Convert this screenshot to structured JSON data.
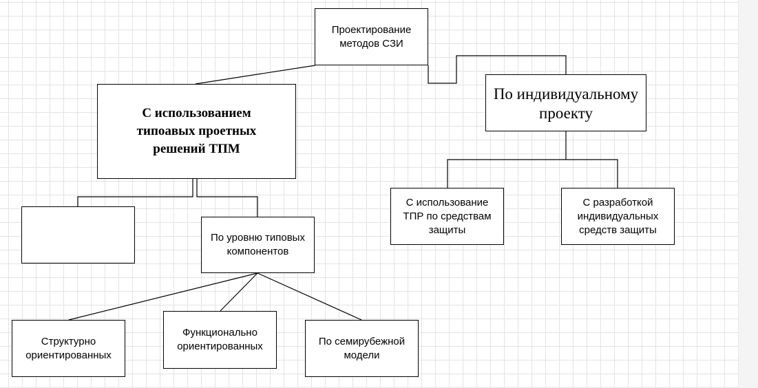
{
  "diagram": {
    "nodes": {
      "root": "Проектирование\nметодов СЗИ",
      "typical": "С использованием\nтипоавых проетных\nрешений ТПМ",
      "individual": "По индивидуальному\nпроекту",
      "empty": "",
      "component_level": "По уровню типовых\nкомпонентов",
      "structural": "Структурно\nориентированных",
      "functional": "Функционально\nориентированных",
      "seven_frontier": "По семирубежной\nмодели",
      "tpr_means": "С использование\nТПР по средствам\nзащиты",
      "custom_means": "С разработкой\nиндивидуальных\nсредств защиты"
    },
    "colors": {
      "stroke": "#000000",
      "fill": "#ffffff",
      "grid": "#e3e3e3"
    }
  }
}
